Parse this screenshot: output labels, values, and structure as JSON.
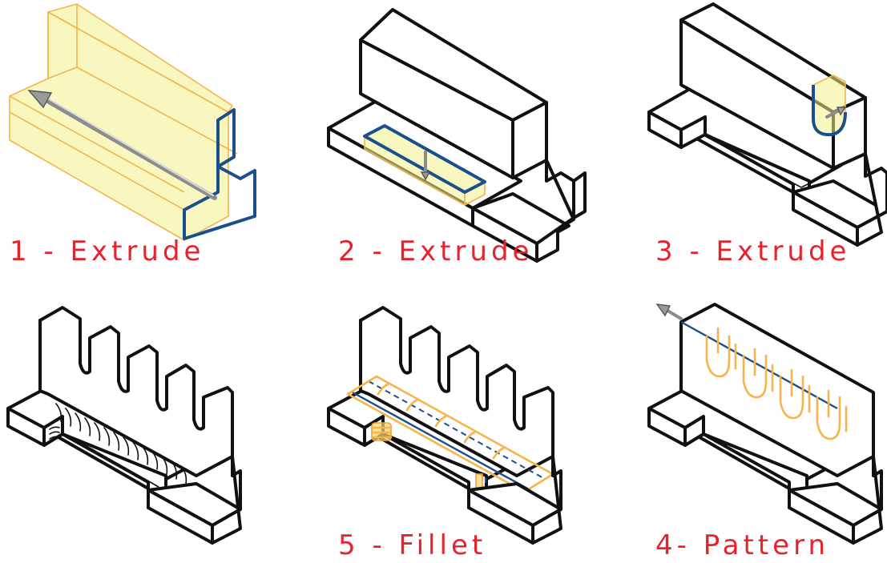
{
  "figure": {
    "steps": [
      {
        "caption": "1 - Extrude"
      },
      {
        "caption": "2 - Extrude"
      },
      {
        "caption": "3 - Extrude"
      },
      {
        "caption": ""
      },
      {
        "caption": "5 - Fillet"
      },
      {
        "caption": "4- Pattern"
      }
    ],
    "colors": {
      "outline": "#111111",
      "sketch_profile": "#1b4f8c",
      "preview_fill": "#f3f08c",
      "preview_edge": "#f5b54a",
      "direction_arrow": "#8c8c8c",
      "caption": "#e8222b"
    }
  }
}
